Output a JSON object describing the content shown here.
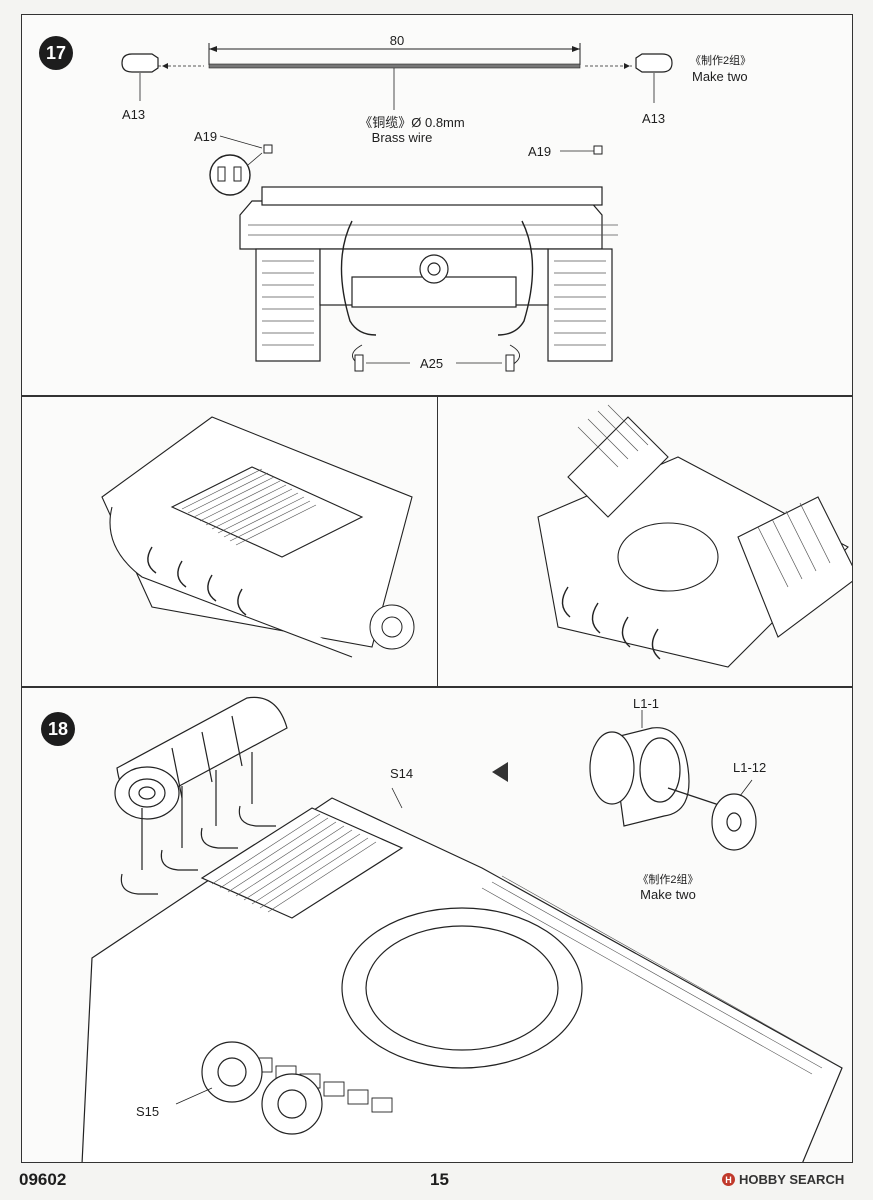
{
  "step17": {
    "number": "17",
    "dimension": "80",
    "wire_label_cn": "《铜缆》Ø 0.8mm",
    "wire_label_en": "Brass wire",
    "part_a13_left": "A13",
    "part_a13_right": "A13",
    "part_a19_left": "A19",
    "part_a19_right": "A19",
    "part_a25": "A25",
    "make_two_cn": "《制作2组》",
    "make_two_en": "Make two"
  },
  "step18": {
    "number": "18",
    "part_s14": "S14",
    "part_s15": "S15",
    "part_l1_1": "L1-1",
    "part_l1_12": "L1-12",
    "make_two_cn": "《制作2组》",
    "make_two_en": "Make two"
  },
  "footer": {
    "kit_number": "09602",
    "page_number": "15",
    "watermark": "HOBBY SEARCH"
  },
  "colors": {
    "ink": "#1e1e1e",
    "paper": "#fbfbfa",
    "badge": "#1d1d1d",
    "watermark_accent": "#c0392b"
  }
}
